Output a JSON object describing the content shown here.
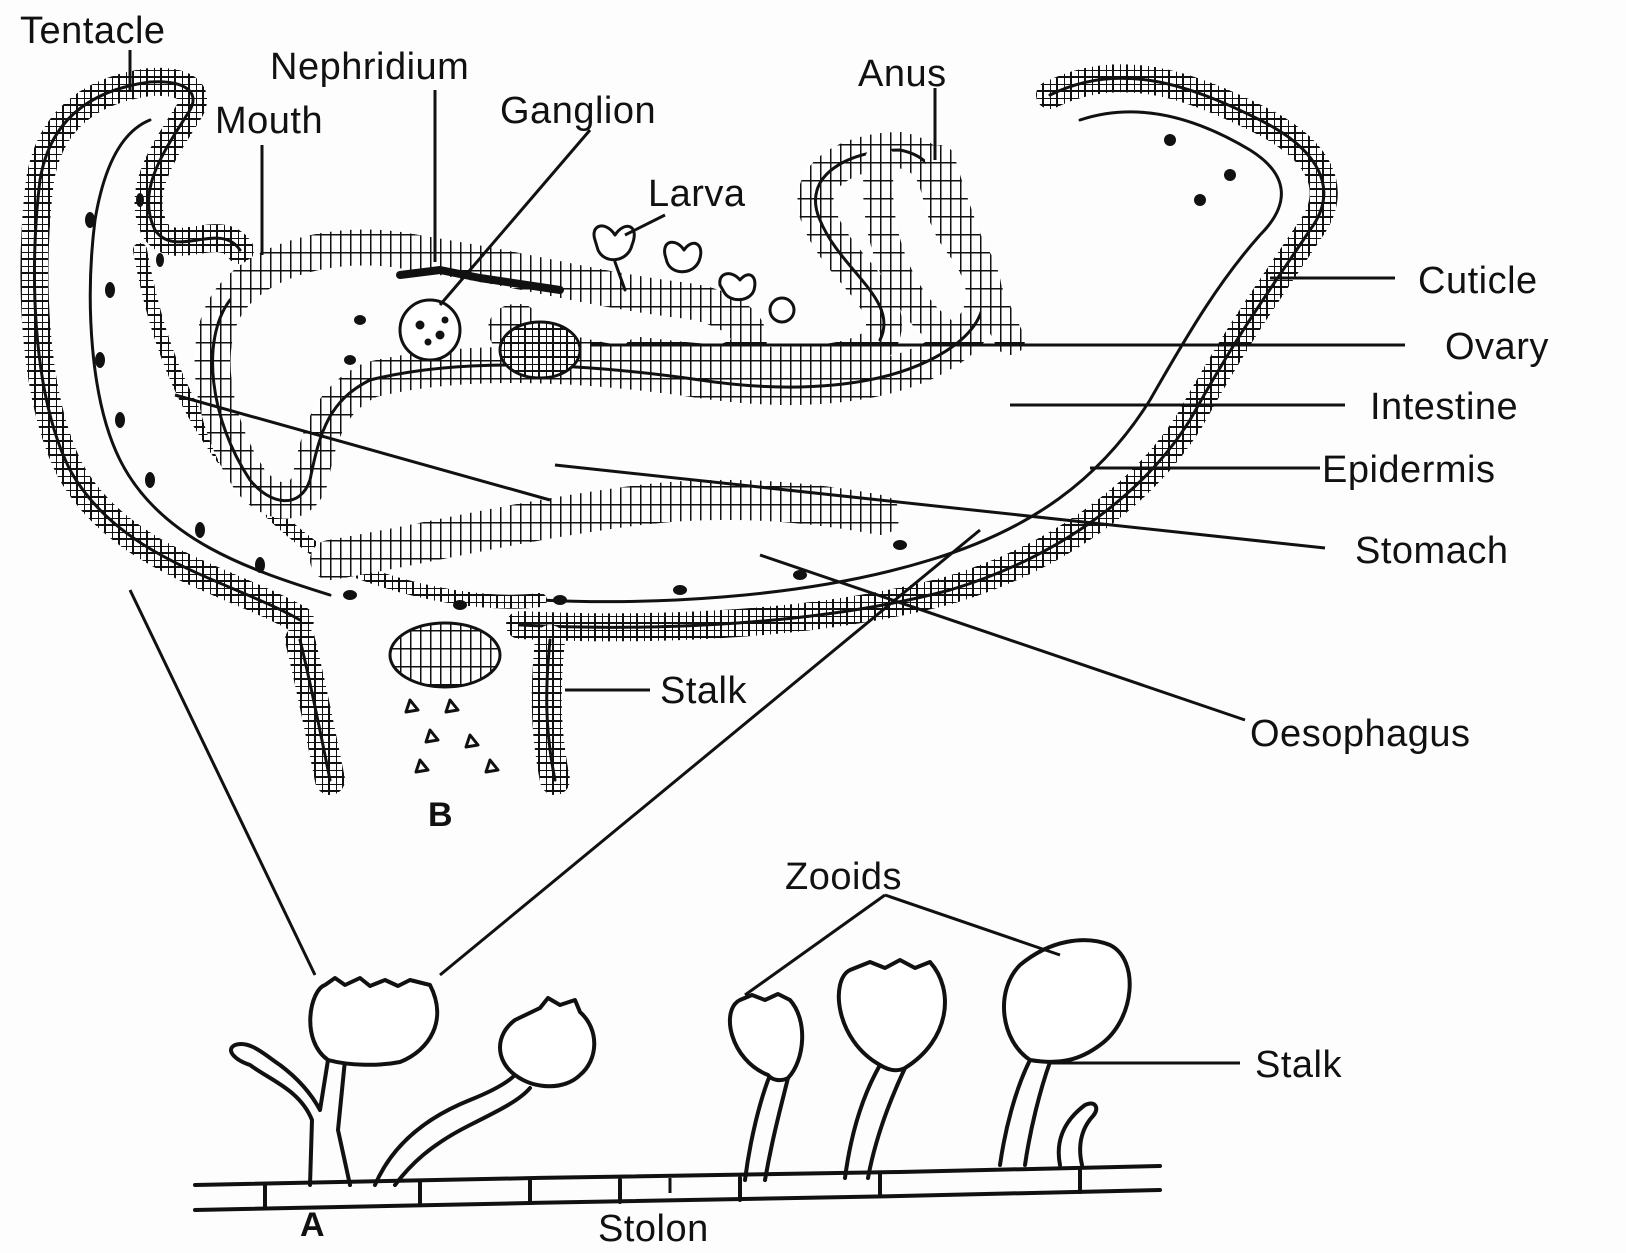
{
  "labels": {
    "tentacle": "Tentacle",
    "nephridium": "Nephridium",
    "mouth": "Mouth",
    "ganglion": "Ganglion",
    "larva": "Larva",
    "anus": "Anus",
    "cuticle": "Cuticle",
    "ovary": "Ovary",
    "intestine": "Intestine",
    "epidermis": "Epidermis",
    "stomach": "Stomach",
    "stalk_b": "Stalk",
    "oesophagus": "Oesophagus",
    "b": "B",
    "zooids": "Zooids",
    "stalk_a": "Stalk",
    "a": "A",
    "stolon": "Stolon"
  },
  "colors": {
    "ink": "#111111",
    "paper": "#fdfdfd"
  }
}
